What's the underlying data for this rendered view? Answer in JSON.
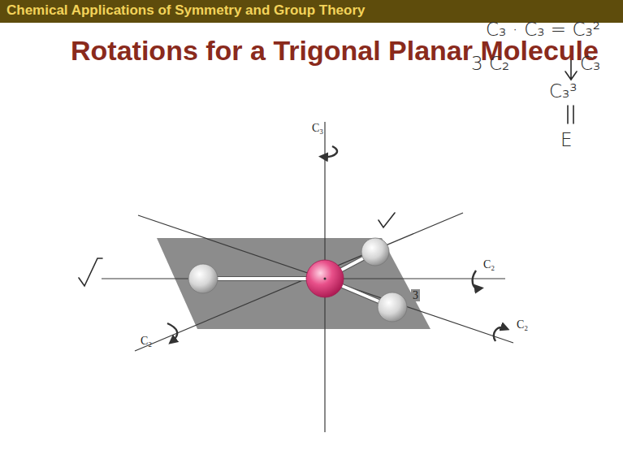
{
  "diagram": {
    "title": "Rotations for a Trigonal Planar Molecule",
    "labels": [
      "Chemical Applications of Symmetry and Group Theory",
      "C₃",
      "C₂",
      "C₂",
      "C₂",
      "C₃ · C₃ = C₃²",
      "C₃",
      "C₃³",
      "E",
      "3 C₂",
      "3"
    ]
  }
}
